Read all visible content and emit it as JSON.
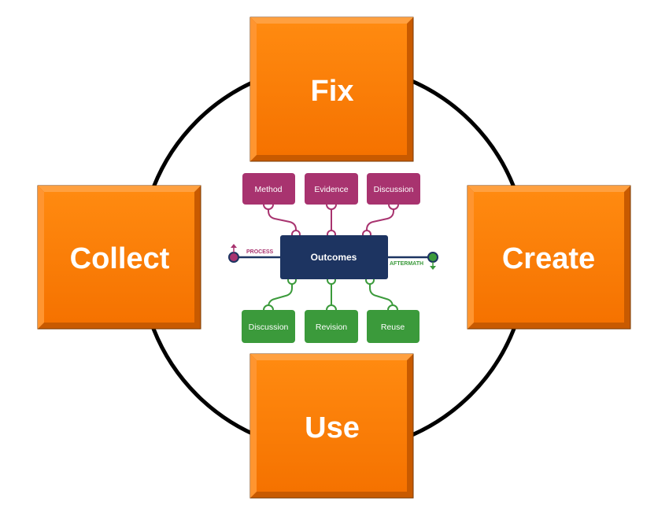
{
  "cycle": {
    "top": "Fix",
    "right": "Create",
    "bottom": "Use",
    "left": "Collect"
  },
  "inner": {
    "center": "Outcomes",
    "process_label": "PROCESS",
    "aftermath_label": "AFTERMATH",
    "top_nodes": [
      "Method",
      "Evidence",
      "Discussion"
    ],
    "bottom_nodes": [
      "Discussion",
      "Revision",
      "Reuse"
    ]
  },
  "colors": {
    "orange": "#ff7d00",
    "orange_dark": "#c85a00",
    "magenta": "#a8336f",
    "green": "#3b9a3b",
    "navy": "#1d3461",
    "ring": "#000000"
  }
}
